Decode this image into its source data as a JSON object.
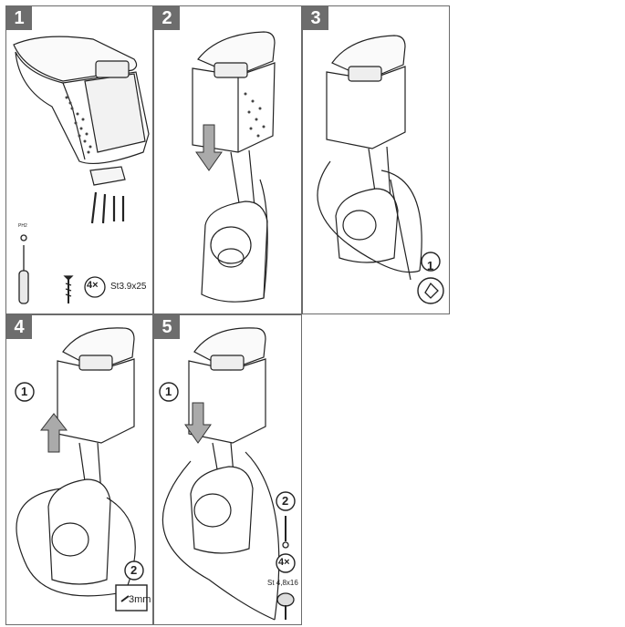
{
  "steps": [
    {
      "number": "1"
    },
    {
      "number": "2"
    },
    {
      "number": "3"
    },
    {
      "number": "4"
    },
    {
      "number": "5"
    }
  ],
  "step1": {
    "screw_count": "4×",
    "screw_spec": "St3.9x25",
    "screwdriver_tip": "PH2"
  },
  "step3": {
    "callout": "1"
  },
  "step4": {
    "callout_a": "1",
    "callout_b": "2",
    "hex_size": "3mm"
  },
  "step5": {
    "callout_a": "1",
    "callout_b": "2",
    "screw_count": "4×",
    "screw_spec": "St 4,8x16"
  }
}
